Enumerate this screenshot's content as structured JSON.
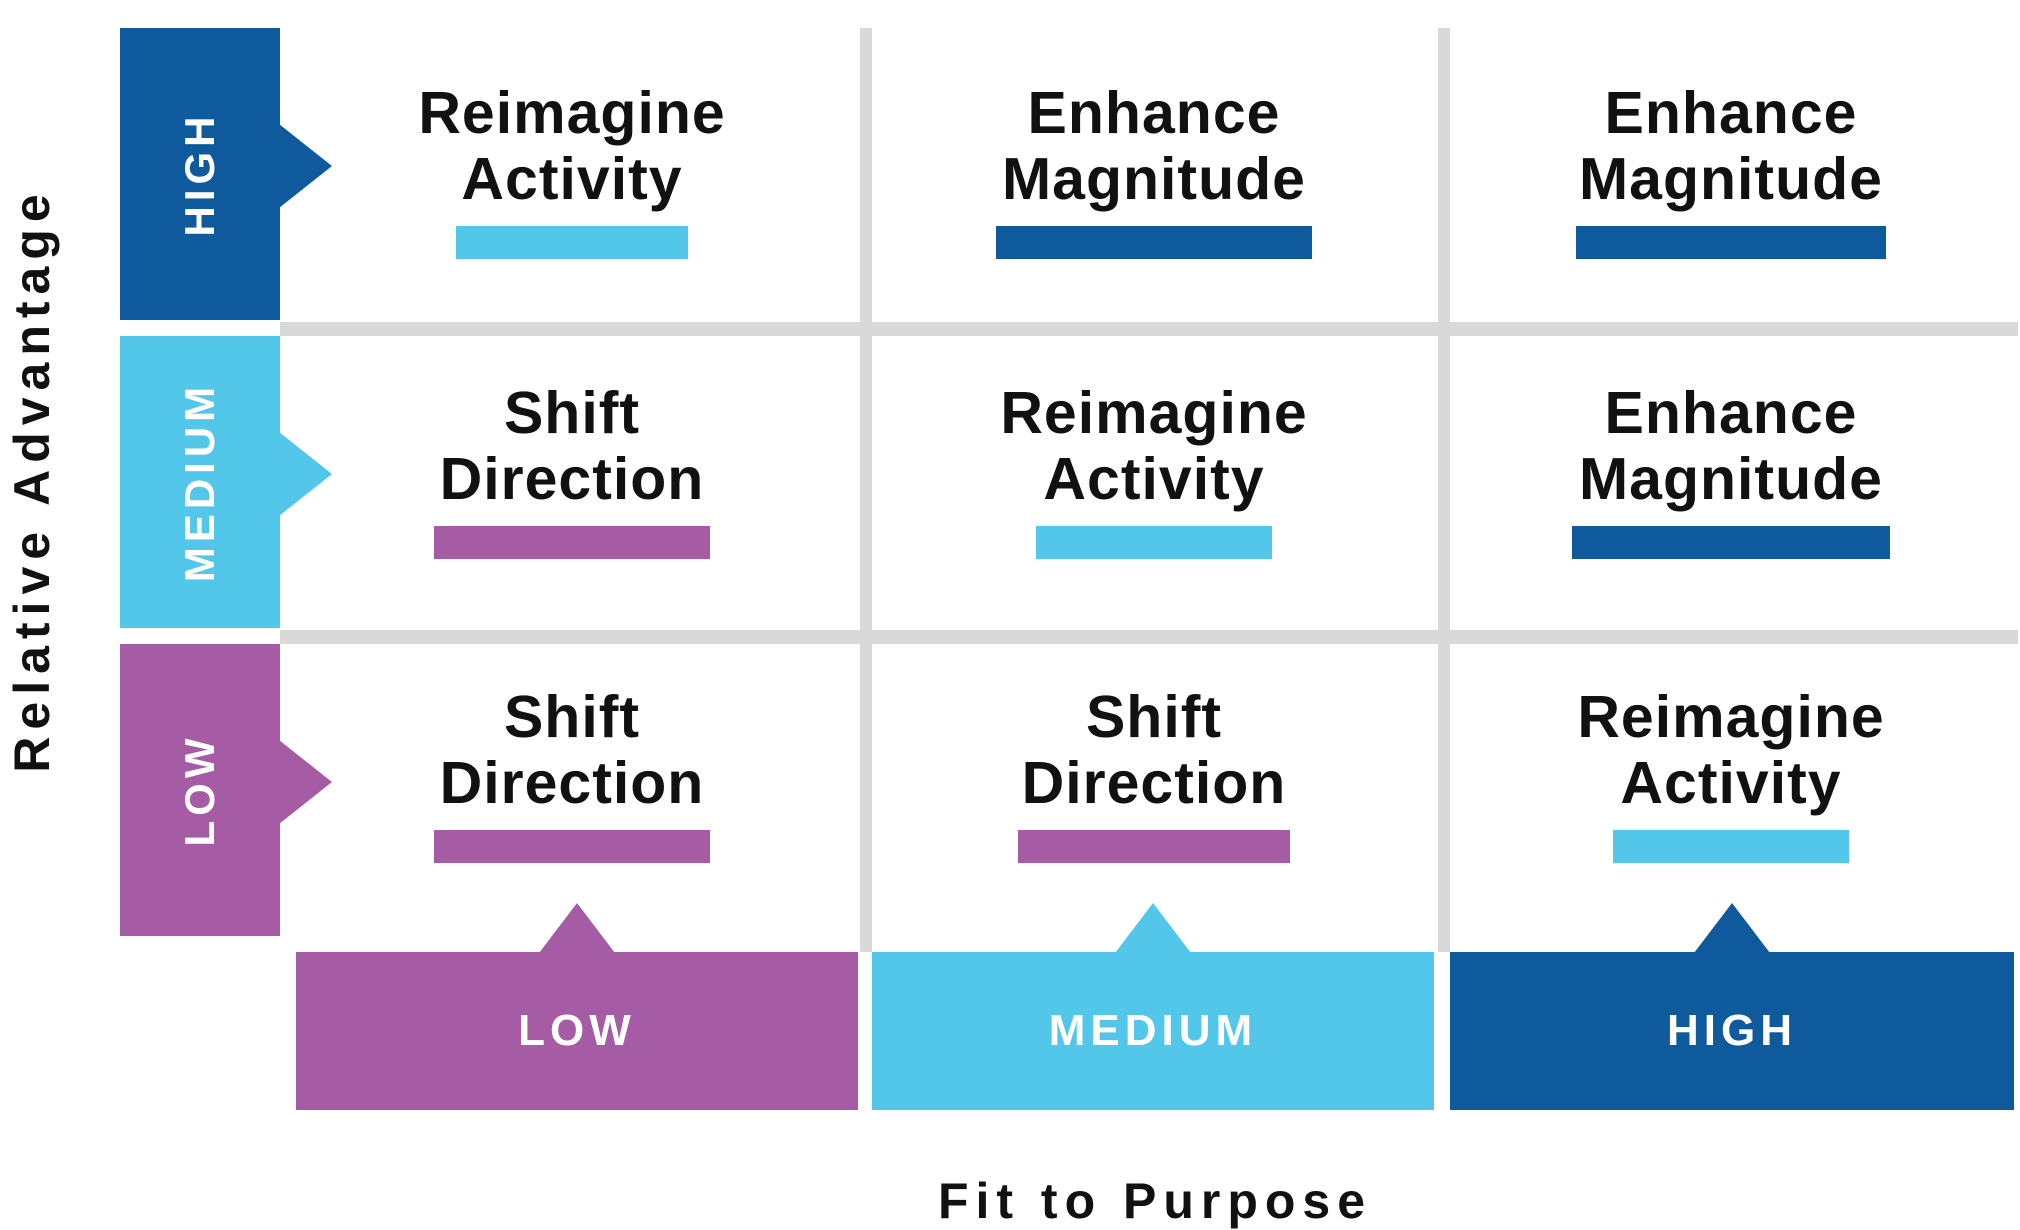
{
  "colors": {
    "high": "#0e5a9c",
    "medium": "#52c7ea",
    "low": "#a65ba5",
    "grid": "#d9d9d9",
    "text": "#111111"
  },
  "axes": {
    "y_title": "Relative Advantage",
    "x_title": "Fit to Purpose",
    "rows": [
      {
        "label": "HIGH",
        "level": "high"
      },
      {
        "label": "MEDIUM",
        "level": "medium"
      },
      {
        "label": "LOW",
        "level": "low"
      }
    ],
    "columns": [
      {
        "label": "LOW",
        "level": "low"
      },
      {
        "label": "MEDIUM",
        "level": "medium"
      },
      {
        "label": "HIGH",
        "level": "high"
      }
    ]
  },
  "cells": [
    [
      {
        "line1": "Reimagine",
        "line2": "Activity",
        "level": "medium"
      },
      {
        "line1": "Enhance",
        "line2": "Magnitude",
        "level": "high"
      },
      {
        "line1": "Enhance",
        "line2": "Magnitude",
        "level": "high"
      }
    ],
    [
      {
        "line1": "Shift",
        "line2": "Direction",
        "level": "low"
      },
      {
        "line1": "Reimagine",
        "line2": "Activity",
        "level": "medium"
      },
      {
        "line1": "Enhance",
        "line2": "Magnitude",
        "level": "high"
      }
    ],
    [
      {
        "line1": "Shift",
        "line2": "Direction",
        "level": "low"
      },
      {
        "line1": "Shift",
        "line2": "Direction",
        "level": "low"
      },
      {
        "line1": "Reimagine",
        "line2": "Activity",
        "level": "medium"
      }
    ]
  ]
}
